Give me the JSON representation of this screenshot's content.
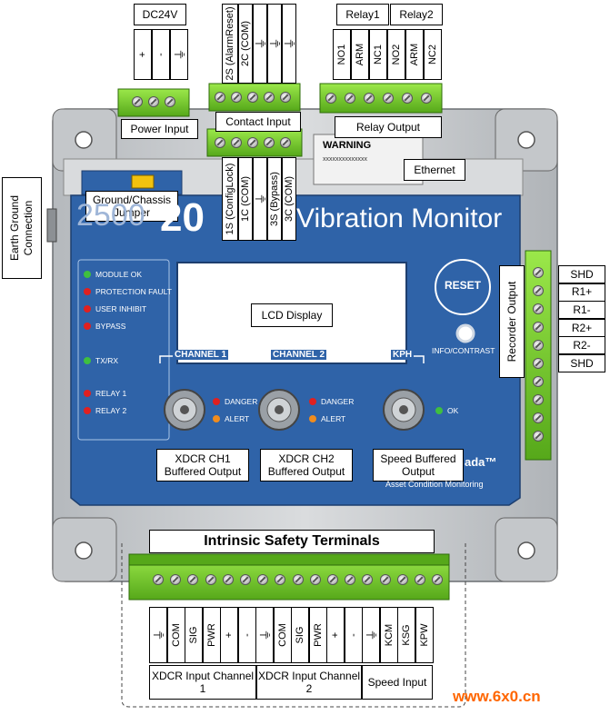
{
  "colors": {
    "panel_blue": "#2f63a8",
    "enclosure_gray": "#c6c9cc",
    "terminal_green": "#7ed321",
    "led_green": "#3fbf3f",
    "led_red": "#e02020",
    "led_orange": "#f08c1e",
    "watermark_orange": "#ff6600"
  },
  "top": {
    "dc24v": "DC24V",
    "power_pins": [
      "+",
      "-",
      "⏚"
    ],
    "relay1": "Relay1",
    "relay2": "Relay2",
    "relay_pins": [
      "NO1",
      "ARM",
      "NC1",
      "NO2",
      "ARM",
      "NC2"
    ],
    "contact_top_pins": [
      "2S (AlarmReset)",
      "2C (COM)",
      "⏚",
      "⏚",
      "⏚"
    ],
    "contact_bottom_pins": [
      "1S (ConfigLock)",
      "1C (COM)",
      "⏚",
      "3S (Bypass)",
      "3C (COM)"
    ]
  },
  "labels": {
    "power_input": "Power Input",
    "contact_input": "Contact Input",
    "relay_output": "Relay Output",
    "ethernet": "Ethernet",
    "warning": "WARNING",
    "warning_text": "xxxxxxxxxxxxxx",
    "ground_jumper": "Ground/Chassis Jumper",
    "earth_ground": "Earth Ground Connection",
    "lcd_display": "LCD Display",
    "recorder_output": "Recorder Output",
    "xdcr_ch1": "XDCR CH1 Buffered Output",
    "xdcr_ch2": "XDCR CH2 Buffered Output",
    "speed_out": "Speed Buffered Output",
    "intrinsic": "Intrinsic Safety Terminals"
  },
  "panel": {
    "model_prefix": "2500",
    "model_num": "20",
    "model_name": "Vibration Monitor",
    "reset": "RESET",
    "info_contrast": "INFO/CONTRAST",
    "channel1": "CHANNEL 1",
    "channel2": "CHANNEL 2",
    "kph": "KPH",
    "danger": "DANGER",
    "alert": "ALERT",
    "ok": "OK",
    "brand_suffix": "ada™",
    "brand_sub": "Asset Condition Monitoring",
    "leds": [
      {
        "label": "MODULE OK",
        "color": "green"
      },
      {
        "label": "PROTECTION FAULT",
        "color": "red"
      },
      {
        "label": "USER INHIBIT",
        "color": "red"
      },
      {
        "label": "BYPASS",
        "color": "red"
      },
      {
        "label": "TX/RX",
        "color": "green"
      },
      {
        "label": "RELAY 1",
        "color": "red"
      },
      {
        "label": "RELAY 2",
        "color": "red"
      }
    ]
  },
  "recorder_pins": [
    "SHD",
    "R1+",
    "R1-",
    "R2+",
    "R2-",
    "SHD"
  ],
  "bottom": {
    "pins": [
      "⏚",
      "COM",
      "SIG",
      "PWR",
      "+",
      "-",
      "⏚",
      "COM",
      "SIG",
      "PWR",
      "+",
      "-",
      "⏚",
      "KCM",
      "KSG",
      "KPW"
    ],
    "group1": "XDCR Input Channel 1",
    "group2": "XDCR Input Channel 2",
    "group3": "Speed Input"
  },
  "watermark": "www.6x0.cn"
}
